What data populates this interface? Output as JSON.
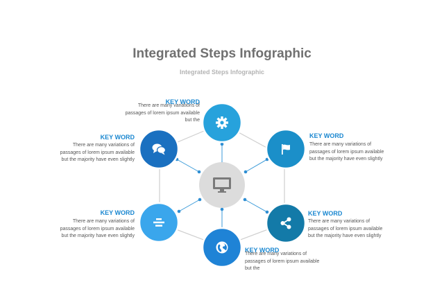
{
  "title": "Integrated Steps Infographic",
  "subtitle": "Integrated Steps Infographic",
  "center": {
    "icon": "monitor-icon",
    "color": "#dedede"
  },
  "steps": [
    {
      "id": "top",
      "icon": "gear-icon",
      "color": "#27a2dc",
      "keyword": "KEY WORD",
      "text": [
        "There are many variations of",
        "passages of lorem ipsum available",
        "but the"
      ]
    },
    {
      "id": "upper-right",
      "icon": "flag-icon",
      "color": "#1b8fc9",
      "keyword": "KEY WORD",
      "text": [
        "There are many variations of",
        "passages of lorem ipsum available",
        "but the majority have even slightly"
      ]
    },
    {
      "id": "lower-right",
      "icon": "share-icon",
      "color": "#137aa8",
      "keyword": "KEY WORD",
      "text": [
        "There are many variations of",
        "passages of lorem ipsum available",
        "but the majority have even slightly"
      ]
    },
    {
      "id": "bottom",
      "icon": "globe-icon",
      "color": "#1f83d6",
      "keyword": "KEY WORD",
      "text": [
        "There are many variations of",
        "passages of lorem ipsum available",
        "but the"
      ]
    },
    {
      "id": "lower-left",
      "icon": "list-icon",
      "color": "#3aa6ec",
      "keyword": "KEY WORD",
      "text": [
        "There are many variations of",
        "passages of lorem ipsum available",
        "but the majority have even slightly"
      ]
    },
    {
      "id": "upper-left",
      "icon": "chat-icon",
      "color": "#1a70c0",
      "keyword": "KEY WORD",
      "text": [
        "There are many variations of",
        "passages of lorem ipsum available",
        "but the majority have even slightly"
      ]
    }
  ]
}
